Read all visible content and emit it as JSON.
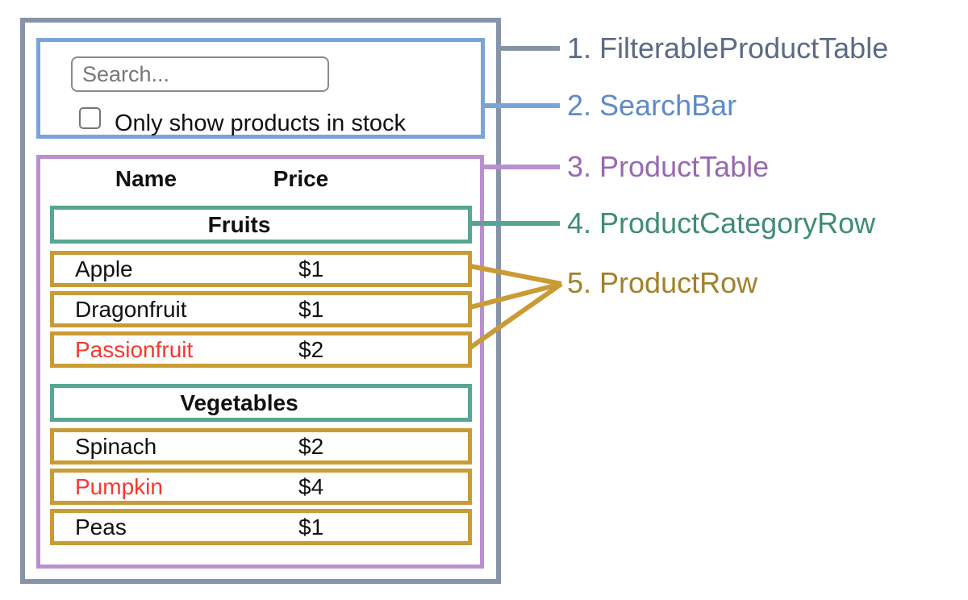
{
  "search_bar": {
    "placeholder": "Search...",
    "checkbox_label": "Only show products in stock",
    "checkbox_checked": false
  },
  "table": {
    "headers": {
      "name": "Name",
      "price": "Price"
    },
    "sections": [
      {
        "category": "Fruits",
        "rows": [
          {
            "name": "Apple",
            "price": "$1",
            "red": false
          },
          {
            "name": "Dragonfruit",
            "price": "$1",
            "red": false
          },
          {
            "name": "Passionfruit",
            "price": "$2",
            "red": true
          }
        ]
      },
      {
        "category": "Vegetables",
        "rows": [
          {
            "name": "Spinach",
            "price": "$2",
            "red": false
          },
          {
            "name": "Pumpkin",
            "price": "$4",
            "red": true
          },
          {
            "name": "Peas",
            "price": "$1",
            "red": false
          }
        ]
      }
    ]
  },
  "legend": [
    {
      "label": "1. FilterableProductTable",
      "color": "#5C6A84"
    },
    {
      "label": "2. SearchBar",
      "color": "#5E8BC8"
    },
    {
      "label": "3. ProductTable",
      "color": "#9869B0"
    },
    {
      "label": "4. ProductCategoryRow",
      "color": "#3E8C77"
    },
    {
      "label": "5. ProductRow",
      "color": "#A2802A"
    }
  ],
  "colors": {
    "filterable_product_table_border": "#8793A6",
    "search_bar_border": "#79A4DA",
    "product_table_border": "#B890D0",
    "product_category_row_border": "#57A693",
    "product_row_border": "#C99B35",
    "out_of_stock_text": "#F7382D"
  }
}
